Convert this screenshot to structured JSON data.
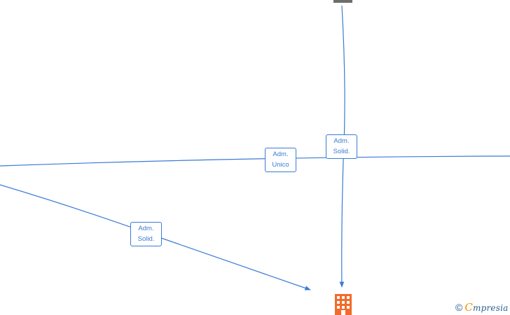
{
  "diagram": {
    "edge_labels": {
      "adm_unico": [
        "Adm.",
        "Unico"
      ],
      "adm_solid_top": [
        "Adm.",
        "Solid."
      ],
      "adm_solid_bottom": [
        "Adm.",
        "Solid."
      ]
    }
  },
  "nodes": {
    "top_node_icon": "person-icon",
    "company_icon": "building-icon"
  },
  "colors": {
    "edge": "#3a7bd5",
    "company": "#f26b2a",
    "top_node": "#6d6d6d",
    "brand": "#2a5d8f",
    "brand_accent": "#f39200"
  },
  "brand": {
    "copyright": "©",
    "initial": "C",
    "name": "mpresia"
  }
}
